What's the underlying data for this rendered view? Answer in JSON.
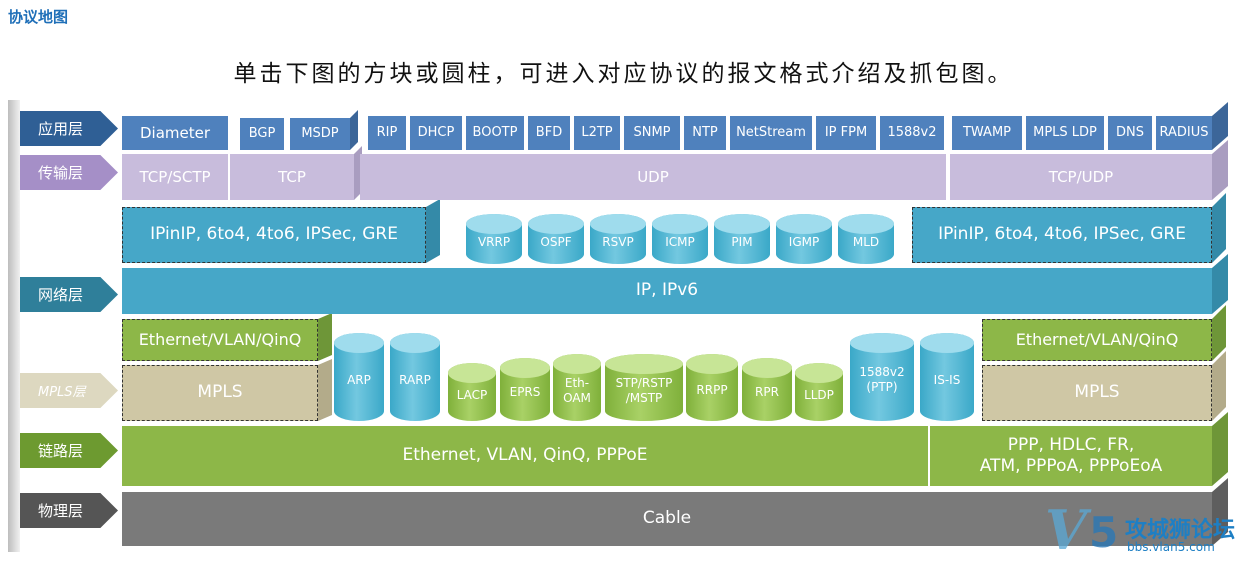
{
  "page_heading": "协议地图",
  "instruction": "单击下图的方块或圆柱，可进入对应协议的报文格式介绍及抓包图。",
  "colors": {
    "app": "#4f81bd",
    "transport": "#c8bcdc",
    "network": "#46a7c8",
    "mpls": "#cfc7a5",
    "link": "#8db748",
    "physical": "#7a7a7a"
  },
  "layers": {
    "application": "应用层",
    "transport": "传输层",
    "network": "网络层",
    "mpls": "MPLS层",
    "link": "链路层",
    "physical": "物理层"
  },
  "application": {
    "diameter": "Diameter",
    "bgp": "BGP",
    "msdp": "MSDP",
    "rip": "RIP",
    "dhcp": "DHCP",
    "bootp": "BOOTP",
    "bfd": "BFD",
    "l2tp": "L2TP",
    "snmp": "SNMP",
    "ntp": "NTP",
    "netstream": "NetStream",
    "ipfpm": "IP FPM",
    "p1588v2": "1588v2",
    "twamp": "TWAMP",
    "mplsldp": "MPLS LDP",
    "dns": "DNS",
    "radius": "RADIUS"
  },
  "transport": {
    "tcpsctp": "TCP/SCTP",
    "tcp": "TCP",
    "udp": "UDP",
    "tcpudp": "TCP/UDP"
  },
  "tunnel": {
    "left": "IPinIP, 6to4, 4to6, IPSec, GRE",
    "right": "IPinIP, 6to4, 4to6, IPSec, GRE"
  },
  "net_cylinders": [
    "VRRP",
    "OSPF",
    "RSVP",
    "ICMP",
    "PIM",
    "IGMP",
    "MLD"
  ],
  "ip": "IP,   IPv6",
  "ethernet_vlan_qinq": "Ethernet/VLAN/QinQ",
  "mpls": "MPLS",
  "link_cylinders": {
    "arp": "ARP",
    "rarp": "RARP",
    "lacp": "LACP",
    "eprs": "EPRS",
    "ethoam": "Eth-\nOAM",
    "stp": "STP/RSTP\n/MSTP",
    "rrpp": "RRPP",
    "rpr": "RPR",
    "lldp": "LLDP",
    "ptp": "1588v2\n(PTP)",
    "isis": "IS-IS"
  },
  "link": {
    "left": "Ethernet,  VLAN,  QinQ,  PPPoE",
    "right_line1": "PPP,  HDLC,   FR,",
    "right_line2": "ATM,  PPPoA,  PPPoEoA"
  },
  "physical": "Cable",
  "watermark": {
    "v": "V",
    "five": "5",
    "name": "攻城狮论坛",
    "url": "bbs.vlan5.com"
  }
}
